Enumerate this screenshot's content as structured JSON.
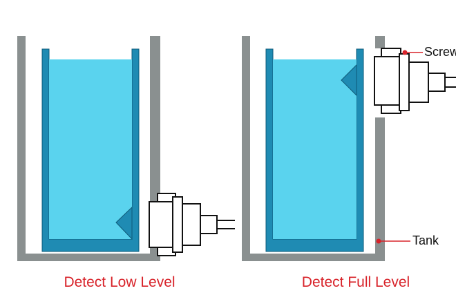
{
  "colors": {
    "wall": "#8a9090",
    "water": "#5ad3ee",
    "liner": "#1f8bb3",
    "sensor_body": "#ffffff",
    "sensor_outline": "#111111",
    "callout_dot": "#d8232a",
    "callout_line": "#d8232a",
    "caption": "#d8232a"
  },
  "panels": [
    {
      "caption": "Detect Low Level",
      "sensor_position": "bottom"
    },
    {
      "caption": "Detect Full Level",
      "sensor_position": "top"
    }
  ],
  "callouts": {
    "screw": "Screw",
    "tank": "Tank"
  },
  "icons": [
    "water-tank-icon",
    "level-sensor-icon",
    "cable-icon"
  ]
}
